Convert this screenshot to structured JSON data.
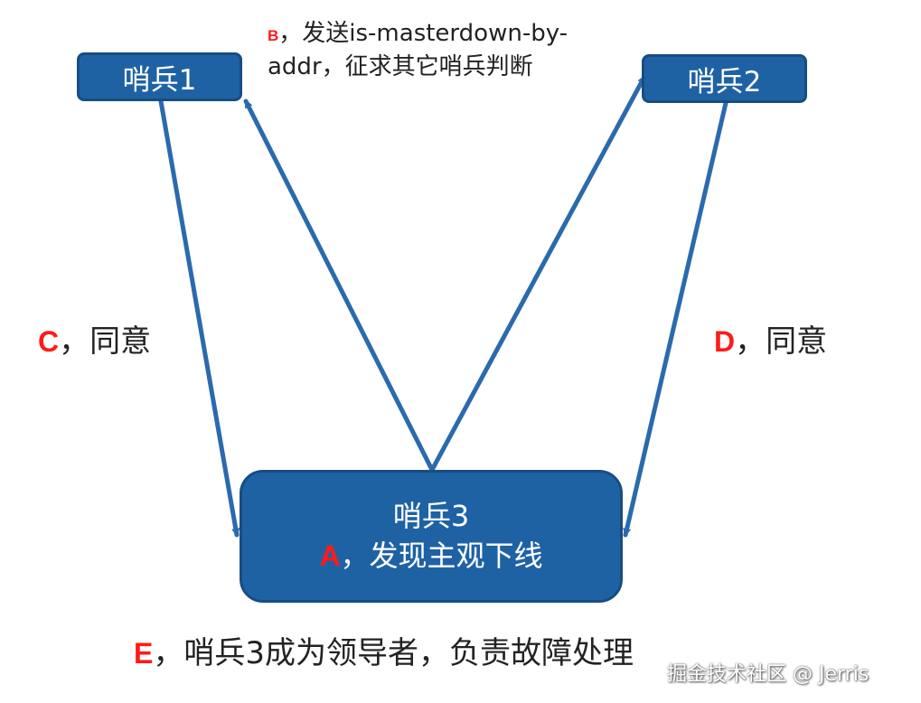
{
  "nodes": {
    "sentinel1": {
      "label": "哨兵1"
    },
    "sentinel2": {
      "label": "哨兵2"
    },
    "sentinel3": {
      "label": "哨兵3",
      "step_letter": "A",
      "step_text": "，发现主观下线"
    }
  },
  "steps": {
    "b": {
      "letter": "B",
      "text": "，发送is-masterdown-by-addr，征求其它哨兵判断"
    },
    "c": {
      "letter": "C",
      "text": "，同意"
    },
    "d": {
      "letter": "D",
      "text": "，同意"
    },
    "e": {
      "letter": "E",
      "text": "，哨兵3成为领导者，负责故障处理"
    }
  },
  "watermark": "掘金技术社区 @ Jerris",
  "colors": {
    "node_fill": "#1f62a4",
    "node_border": "#174d83",
    "arrow": "#2a6aad",
    "step_letter": "#ff1a1a",
    "text": "#222222"
  },
  "edges": [
    {
      "from": "sentinel3",
      "to": "sentinel1"
    },
    {
      "from": "sentinel3",
      "to": "sentinel2"
    },
    {
      "from": "sentinel1",
      "to": "sentinel3"
    },
    {
      "from": "sentinel2",
      "to": "sentinel3"
    }
  ]
}
